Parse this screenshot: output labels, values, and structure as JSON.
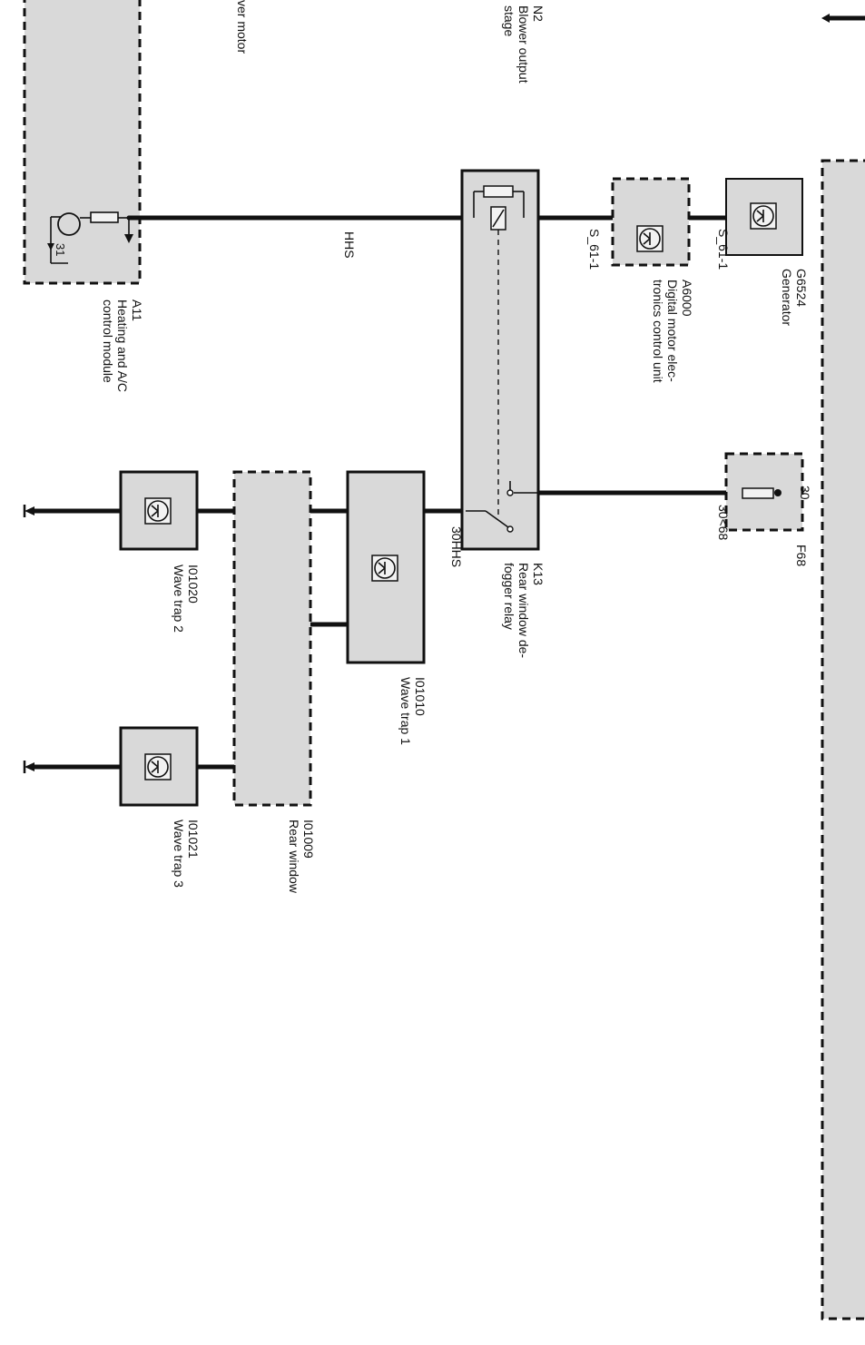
{
  "components": {
    "blower_motor": {
      "label": "ver motor"
    },
    "blower_output_stage": {
      "id": "N2",
      "line1": "Blower output",
      "line2": "stage"
    },
    "heating_ac_module": {
      "id": "A11",
      "line1": "Heating and A/C",
      "line2": "control module",
      "pin": "31"
    },
    "rear_defogger_relay": {
      "id": "K13",
      "line1": "Rear window de-",
      "line2": "fogger relay"
    },
    "dme_unit": {
      "id": "A6000",
      "line1": "Digital motor elec-",
      "line2": "tronics control unit"
    },
    "generator": {
      "id": "G6524",
      "line1": "Generator"
    },
    "fuse": {
      "id": "F68",
      "pin": "30",
      "terminal": "30<68"
    },
    "wave_trap_1": {
      "id": "I01010",
      "line1": "Wave trap 1"
    },
    "wave_trap_2": {
      "id": "I01020",
      "line1": "Wave trap 2"
    },
    "wave_trap_3": {
      "id": "I01021",
      "line1": "Wave trap 3"
    },
    "rear_window": {
      "id": "I01009",
      "line1": "Rear window"
    }
  },
  "wires": {
    "hhs": "HHS",
    "s61_left": "S_61-1",
    "s61_right": "S_61-1",
    "hhs30": "30HHS"
  },
  "colors": {
    "component_fill": "#d9d9d9",
    "line": "#111111"
  }
}
